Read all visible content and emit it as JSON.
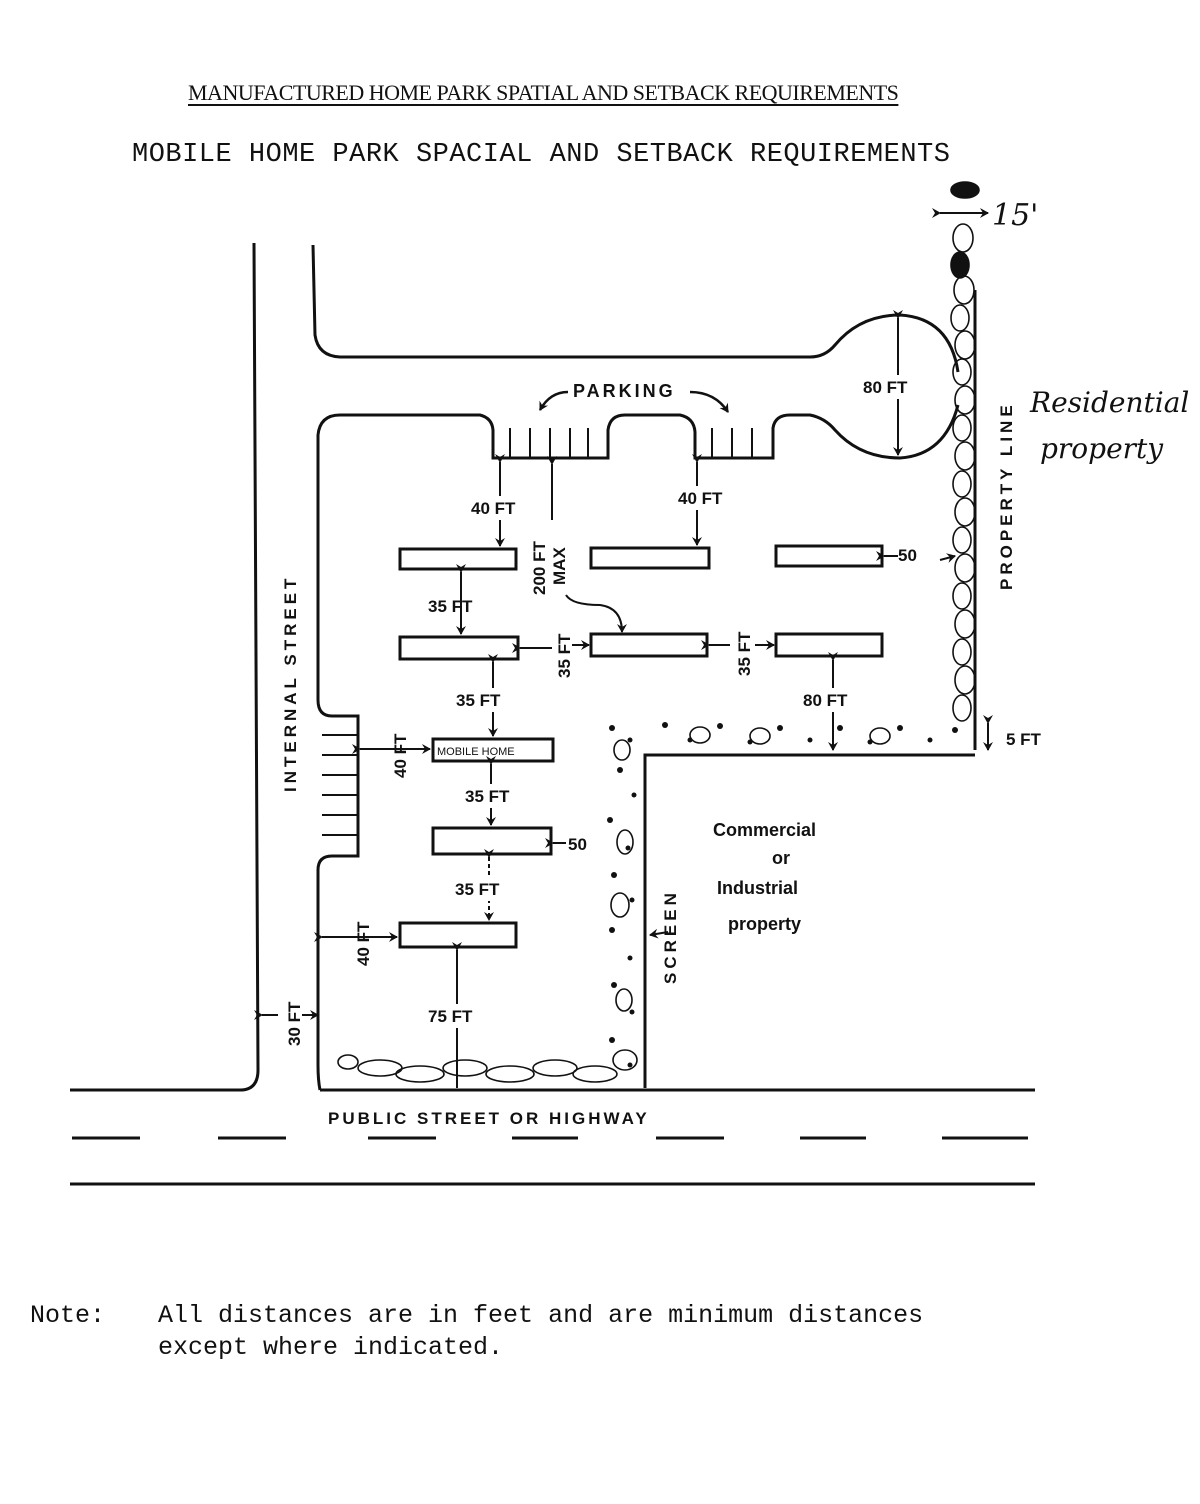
{
  "titles": {
    "primary": "MANUFACTURED HOME PARK SPATIAL AND SETBACK REQUIREMENTS",
    "secondary": "MOBILE HOME PARK SPACIAL AND SETBACK REQUIREMENTS"
  },
  "labels": {
    "parking": "PARKING",
    "internal_street": "INTERNAL STREET",
    "property_line": "PROPERTY LINE",
    "public_street": "PUBLIC STREET OR HIGHWAY",
    "screen": "SCREEN",
    "mobile_home": "MOBILE HOME",
    "commercial": [
      "Commercial",
      "or",
      "Industrial",
      "property"
    ],
    "residential_handwritten": [
      "Residential",
      "property"
    ]
  },
  "dimensions": {
    "cul_de_sac_diameter": "80 FT",
    "parking_to_home_left": "40 FT",
    "parking_to_home_right": "40 FT",
    "max_distance": [
      "200 FT",
      "MAX"
    ],
    "home_to_home_1": "35 FT",
    "home_to_home_2": "35 FT",
    "home_to_home_3": "35 FT",
    "home_to_home_4": "35 FT",
    "side_to_side_left": "35 FT",
    "side_to_side_right": "35 FT",
    "home_to_property_right": "50",
    "home_to_screen": "50",
    "home_to_buffer": "80 FT",
    "buffer_width": "5 FT",
    "home_to_internal_street_1": "40 FT",
    "home_to_internal_street_2": "40 FT",
    "home_to_public_street": "75 FT",
    "internal_street_width": "30 FT",
    "hedge_width_handwritten": "15'"
  },
  "note": {
    "label": "Note:",
    "line1": "All distances are in feet and are minimum distances",
    "line2": "except where indicated."
  }
}
